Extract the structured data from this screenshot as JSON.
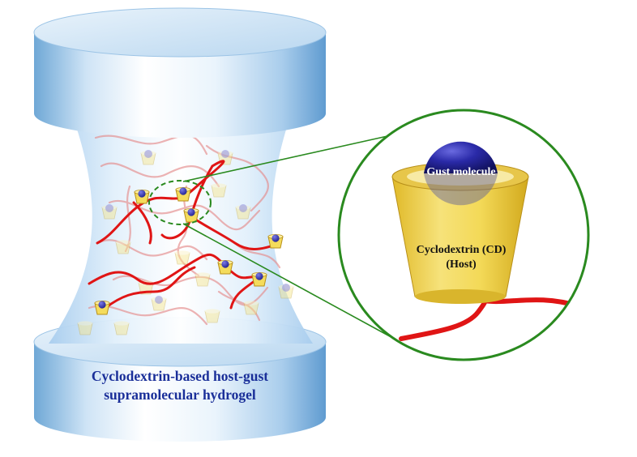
{
  "caption": {
    "line1": "Cyclodextrin-based host-gust",
    "line2": "supramolecular hydrogel"
  },
  "zoom_view": {
    "guest_label": "Gust molecule",
    "host_label_line1": "Cyclodextrin (CD)",
    "host_label_line2": "(Host)"
  },
  "colors": {
    "polymer_chain": "#e01515",
    "zoom_circle": "#2a8a1f",
    "guest_molecule": "#1f1fa0",
    "cyclodextrin": "#f2d54a",
    "caption": "#1a2f99",
    "gel_body": "#cfe6f7"
  }
}
